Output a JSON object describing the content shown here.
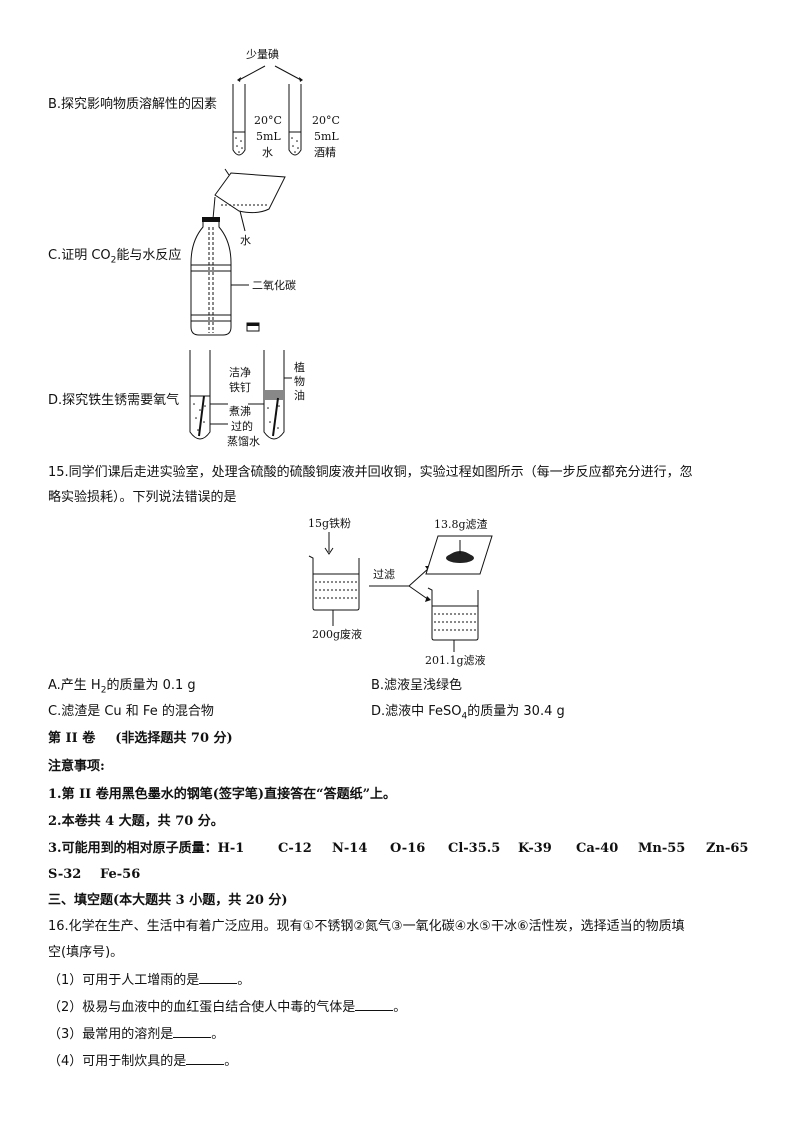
{
  "optB": {
    "label": "B.探究影响物质溶解性的因素",
    "top_label": "少量碘",
    "tube1": [
      "20°C",
      "5mL",
      "水"
    ],
    "tube2": [
      "20°C",
      "5mL",
      "酒精"
    ]
  },
  "optC": {
    "label_pre": "C.证明 CO",
    "label_sub": "2",
    "label_post": "能与水反应",
    "water": "水",
    "gas": "二氧化碳"
  },
  "optD": {
    "label": "D.探究铁生锈需要氧气",
    "nail": [
      "洁净",
      "铁钉"
    ],
    "water": [
      "煮沸",
      "过的",
      "蒸馏水"
    ],
    "oil": [
      "植",
      "物",
      "油"
    ]
  },
  "q15": {
    "line1": "15.同学们课后走进实验室，处理含硫酸的硫酸铜废液并回收铜，实验过程如图所示（每一步反应都充分进行，忽",
    "line2": "略实验损耗）。下列说法错误的是",
    "iron": "15g铁粉",
    "waste": "200g废液",
    "filter": "过滤",
    "residue": "13.8g滤渣",
    "filtrate": "201.1g滤液",
    "A_pre": "A.产生 H",
    "A_sub": "2",
    "A_post": "的质量为 0.1 g",
    "B": "B.滤液呈浅绿色",
    "C": "C.滤渣是 Cu 和 Fe 的混合物",
    "D_pre": "D.滤液中 FeSO",
    "D_sub": "4",
    "D_post": "的质量为 30.4 g"
  },
  "part2": {
    "title": "第 II 卷",
    "title_note": "(非选择题共 70 分)",
    "notice": "注意事项:",
    "n1": "1.第 II 卷用黑色墨水的钢笔(签字笔)直接答在“答题纸”上。",
    "n2": "2.本卷共 4 大题，共 70 分。",
    "n3_label": "3.可能用到的相对原子质量：H-1",
    "masses": [
      "C-12",
      "N-14",
      "O-16",
      "Cl-35.5",
      "K-39",
      "Ca-40",
      "Mn-55",
      "Zn-65"
    ],
    "masses2": [
      "S-32",
      "Fe-56"
    ]
  },
  "sec3": {
    "title": "三、填空题(本大题共 3 小题，共 20 分)"
  },
  "q16": {
    "line1": "16.化学在生产、生活中有着广泛应用。现有①不锈钢②氮气③一氧化碳④水⑤干冰⑥活性炭，选择适当的物质填",
    "line2": "空(填序号)。",
    "s1": "（1）可用于人工增雨的是",
    "s2": "（2）极易与血液中的血红蛋白结合使人中毒的气体是",
    "s3": "（3）最常用的溶剂是",
    "s4": "（4）可用于制炊具的是",
    "end": "。"
  }
}
